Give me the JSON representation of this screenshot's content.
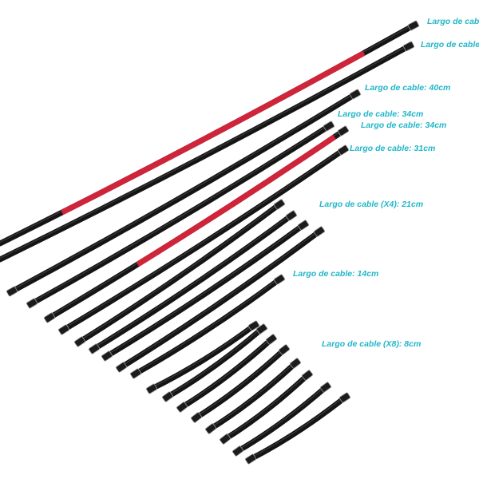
{
  "colors": {
    "label": "#21b6c9",
    "cable": "#151515",
    "cable_highlight": "#3a3a3a",
    "sleeve_red": "#d0243a",
    "connector": "#1c1c1c",
    "pin": "#9a9a9a"
  },
  "labels": [
    {
      "text": "Largo de cable"
    },
    {
      "text": "Largo de cable"
    },
    {
      "text": "Largo de cable: 40cm"
    },
    {
      "text": "Largo de cable: 34cm"
    },
    {
      "text": "Largo de cable: 34cm"
    },
    {
      "text": "Largo de cable: 31cm"
    },
    {
      "text": "Largo de cable (X4): 21cm"
    },
    {
      "text": "Largo de cable: 14cm"
    },
    {
      "text": "Largo de cable (X8): 8cm"
    }
  ]
}
